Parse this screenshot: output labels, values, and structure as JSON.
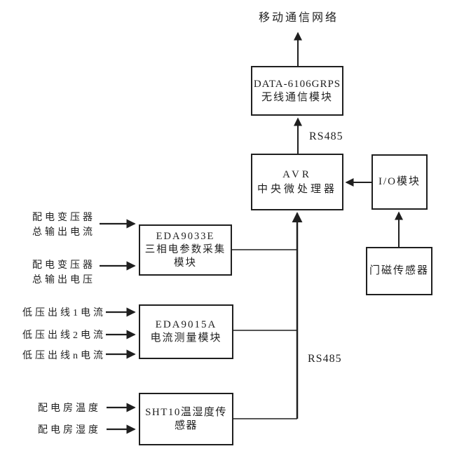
{
  "diagram": {
    "colors": {
      "ink": "#1f1f1f",
      "background": "#ffffff"
    },
    "network_label": "移动通信网络",
    "rs485_upper": "RS485",
    "rs485_lower": "RS485",
    "boxes": {
      "gprs": {
        "line1": "DATA-6106GRPS",
        "line2": "无线通信模块"
      },
      "avr": {
        "line1": "AVR",
        "line2": "中央微处理器"
      },
      "io": {
        "label": "I/O模块"
      },
      "door": {
        "label": "门磁传感器"
      },
      "eda9033": {
        "line1": "EDA9033E",
        "line2": "三相电参数采集",
        "line3": "模块"
      },
      "eda9015": {
        "line1": "EDA9015A",
        "line2": "电流测量模块"
      },
      "sht10": {
        "label": "SHT10温湿度传感器"
      }
    },
    "inputs": [
      {
        "line1": "配电变压器",
        "line2": "总输出电流"
      },
      {
        "line1": "配电变压器",
        "line2": "总输出电压"
      },
      {
        "label": "低压出线1电流"
      },
      {
        "label": "低压出线2电流"
      },
      {
        "label": "低压出线n电流"
      },
      {
        "label": "配电房温度"
      },
      {
        "label": "配电房湿度"
      }
    ]
  }
}
